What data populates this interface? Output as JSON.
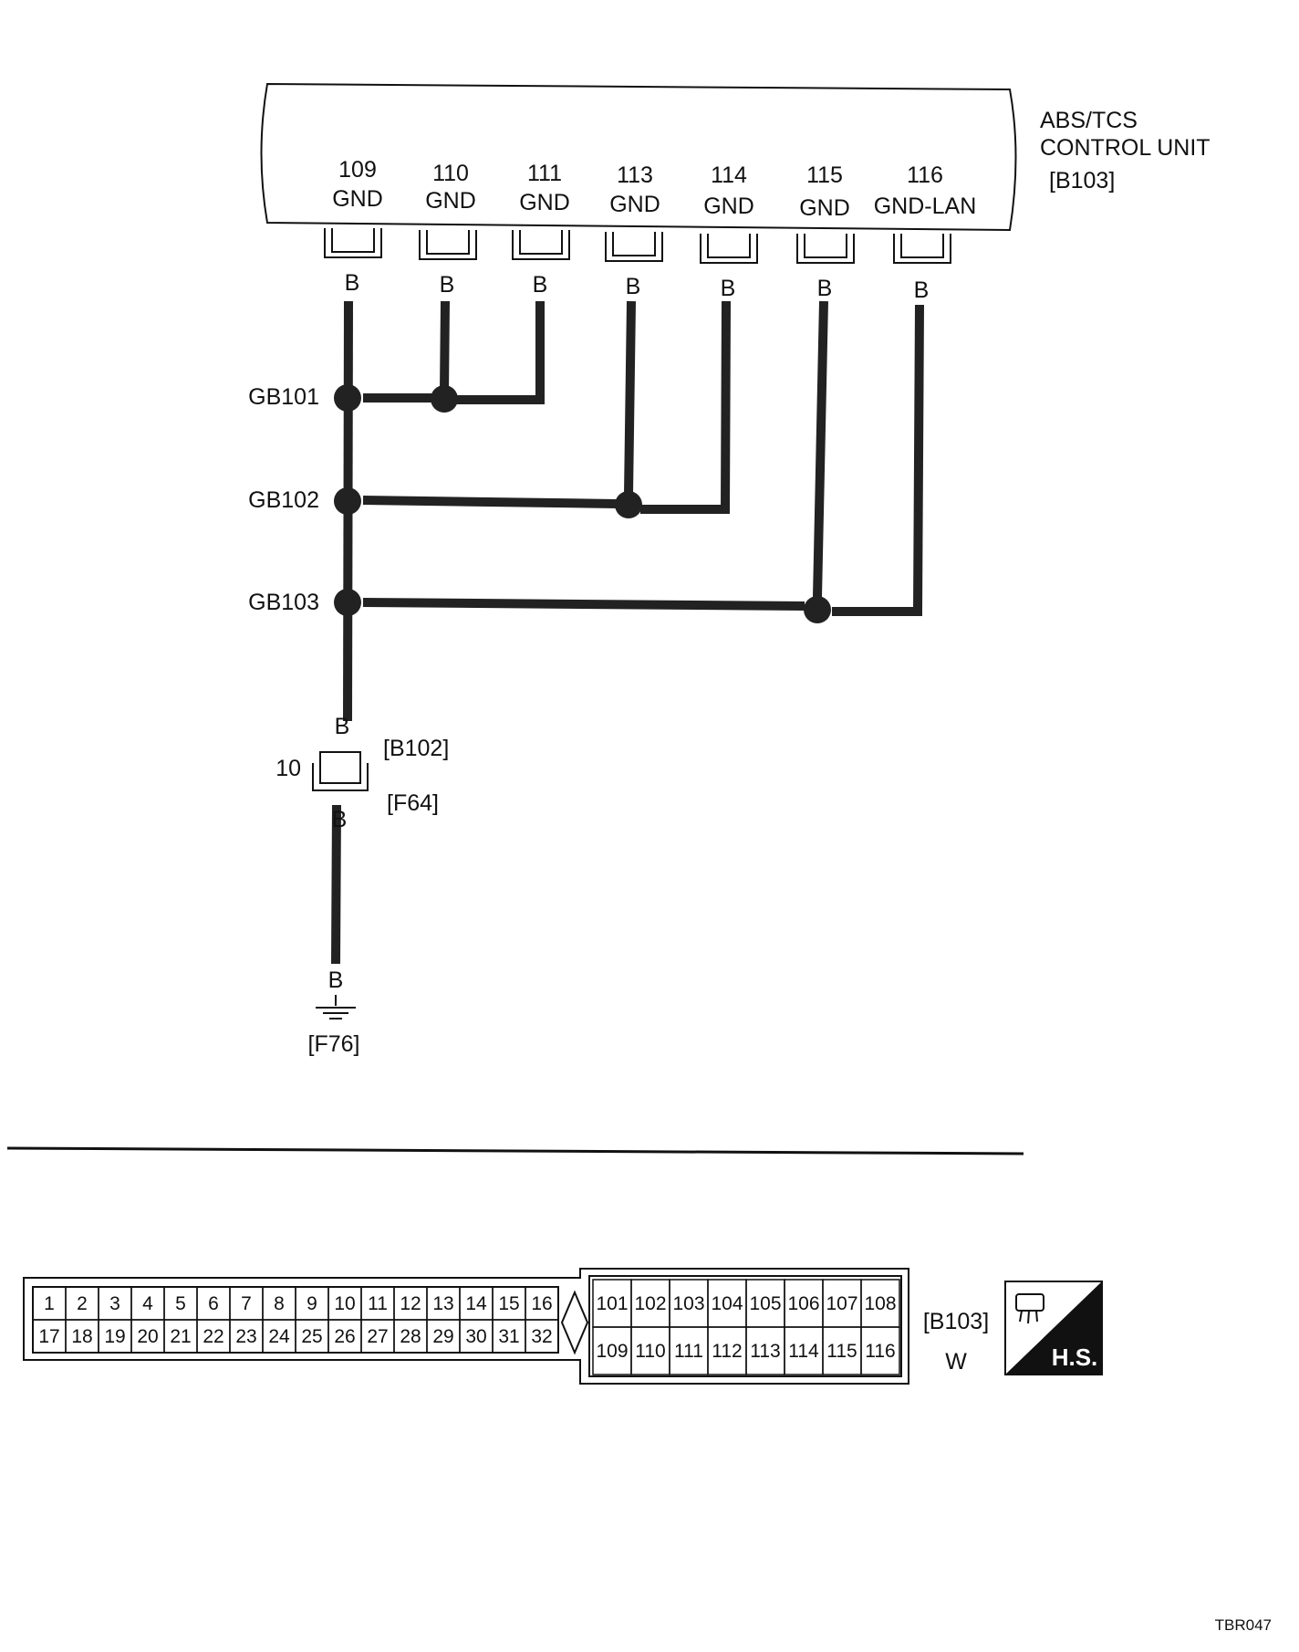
{
  "control_unit": {
    "name_line1": "ABS/TCS",
    "name_line2": "CONTROL UNIT",
    "connector_id": "[B103]",
    "terminals": [
      {
        "num": "109",
        "label": "GND",
        "wire": "B"
      },
      {
        "num": "110",
        "label": "GND",
        "wire": "B"
      },
      {
        "num": "111",
        "label": "GND",
        "wire": "B"
      },
      {
        "num": "113",
        "label": "GND",
        "wire": "B"
      },
      {
        "num": "114",
        "label": "GND",
        "wire": "B"
      },
      {
        "num": "115",
        "label": "GND",
        "wire": "B"
      },
      {
        "num": "116",
        "label": "GND-LAN",
        "wire": "B"
      }
    ]
  },
  "splices": [
    {
      "label": "GB101"
    },
    {
      "label": "GB102"
    },
    {
      "label": "GB103"
    }
  ],
  "inline_connector": {
    "pin": "10",
    "upper_id": "[B102]",
    "lower_id": "[F64]",
    "wire_above": "B",
    "wire_below": "B"
  },
  "ground": {
    "wire": "B",
    "id": "[F76]"
  },
  "connector_face": {
    "left_top": [
      "1",
      "2",
      "3",
      "4",
      "5",
      "6",
      "7",
      "8",
      "9",
      "10",
      "11",
      "12",
      "13",
      "14",
      "15",
      "16"
    ],
    "left_bottom": [
      "17",
      "18",
      "19",
      "20",
      "21",
      "22",
      "23",
      "24",
      "25",
      "26",
      "27",
      "28",
      "29",
      "30",
      "31",
      "32"
    ],
    "right_top": [
      "101",
      "102",
      "103",
      "104",
      "105",
      "106",
      "107",
      "108"
    ],
    "right_bottom": [
      "109",
      "110",
      "111",
      "112",
      "113",
      "114",
      "115",
      "116"
    ],
    "connector_id": "[B103]",
    "color": "W",
    "badge_text": "H.S."
  },
  "figure_code": "TBR047"
}
